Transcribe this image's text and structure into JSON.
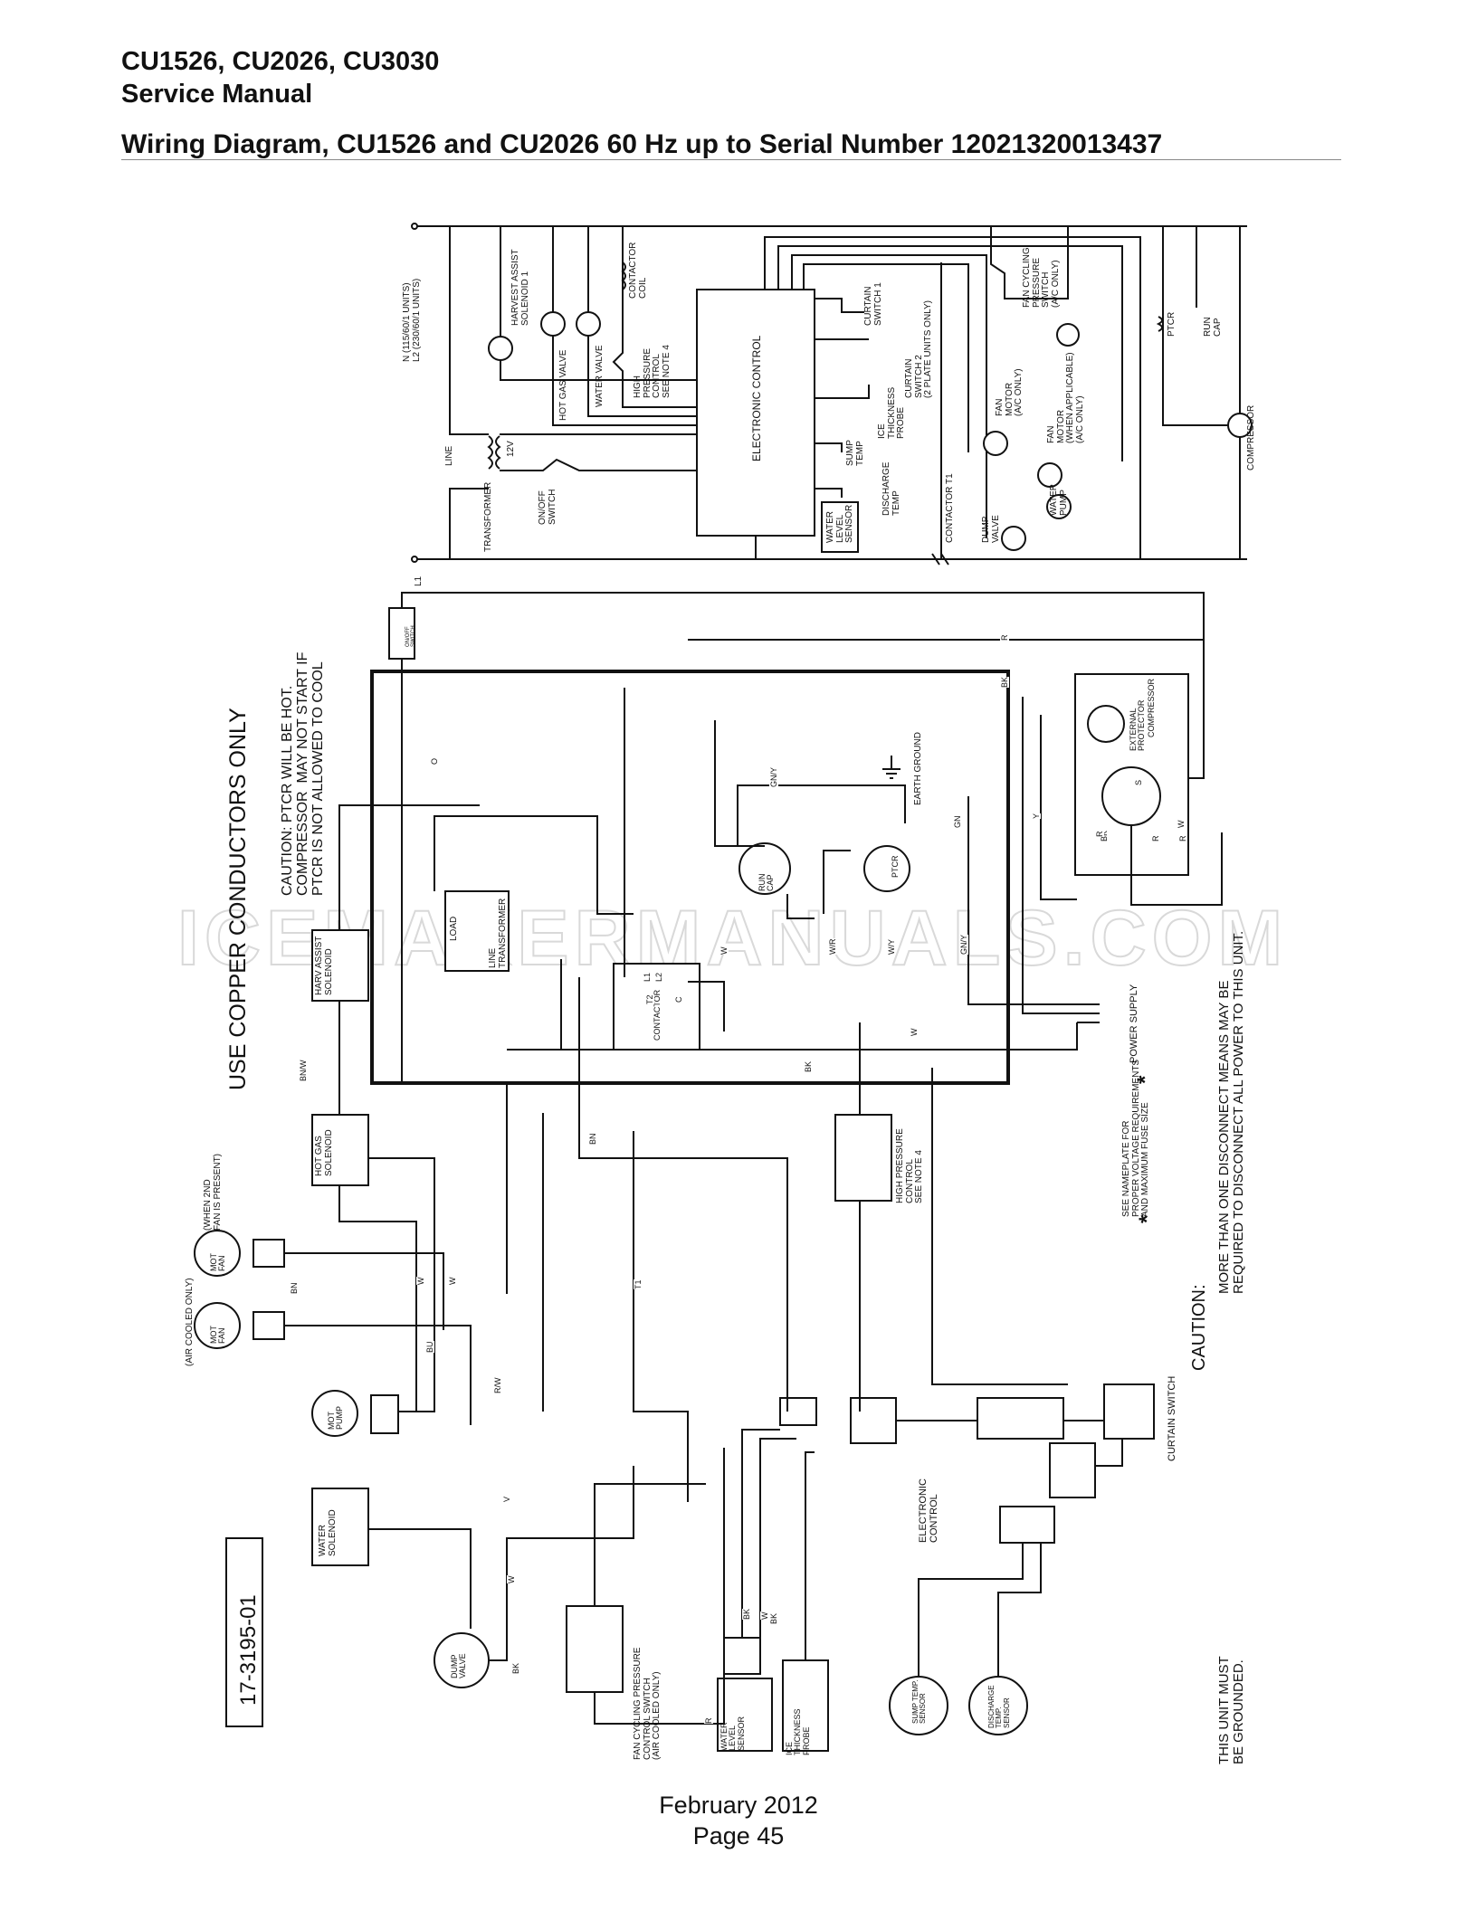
{
  "header": {
    "model_line": "CU1526, CU2026, CU3030",
    "manual_line": "Service Manual",
    "title": "Wiring Diagram, CU1526 and CU2026 60 Hz up to Serial Number 12021320013437"
  },
  "footer": {
    "date": "February 2012",
    "page": "Page 45"
  },
  "watermark": "ICEMAKERMANUALS.COM",
  "schematic": {
    "power_label": "N (115/60/1 UNITS)\nL2 (230/60/1 UNITS)",
    "l1": "L1",
    "line": "LINE",
    "v12": "12V",
    "transformer": "TRANSFORMER",
    "on_off": "ON/OFF\nSWITCH",
    "harvest_assist": "HARVEST ASSIST\nSOLENOID 1",
    "hot_gas_valve": "HOT GAS VALVE",
    "water_valve": "WATER VALVE",
    "contactor_coil": "CONTACTOR\nCOIL",
    "high_pressure": "HIGH\nPRESSURE\nCONTROL\nSEE NOTE 4",
    "electronic_control": "ELECTRONIC CONTROL",
    "curtain_switch_1": "CURTAIN\nSWITCH 1",
    "curtain_switch_2": "CURTAIN\nSWITCH 2\n(2 PLATE UNITS ONLY)",
    "ice_thickness": "ICE\nTHICKNESS\nPROBE",
    "sump_temp": "SUMP\nTEMP",
    "discharge_temp": "DISCHARGE\nTEMP",
    "water_level": "WATER\nLEVEL\nSENSOR",
    "contactor_t1": "CONTACTOR T1",
    "dump_valve": "DUMP\nVALVE",
    "water_pump": "WATER\nPUMP",
    "fan_motor_1": "FAN\nMOTOR\n(A/C ONLY)",
    "fan_motor_2": "FAN\nMOTOR\n(WHEN APPLICABLE)\n(A/C ONLY)",
    "fan_cycling": "FAN CYCLING\nPRESSURE\nSWITCH\n(A/C ONLY)",
    "ptcr": "PTCR",
    "run_cap": "RUN\nCAP",
    "compressor": "COMPRESSOR"
  },
  "wiring": {
    "copper": "USE COPPER CONDUCTORS ONLY",
    "caution_ptcr": "CAUTION: PTCR WILL BE HOT.\nCOMPRESSOR  MAY NOT START IF\nPTCR IS NOT ALLOWED TO COOL",
    "on_off_small": "ON/OFF\nSWITCH",
    "load": "LOAD",
    "line_transformer": "LINE\nTRANSFORMER",
    "harv_assist": "HARV ASSIST\nSOLENOID",
    "hot_gas": "HOT GAS\nSOLENOID",
    "when_2nd_fan": "(WHEN 2ND\nFAN IS PRESENT)",
    "air_cooled_only": "(AIR COOLED ONLY)",
    "mot_fan": "MOT\nFAN",
    "mot_pump": "MOT\nPUMP",
    "water_solenoid": "WATER\nSOLENOID",
    "dump_valve": "DUMP\nVALVE",
    "fan_cycling_switch": "FAN CYCLING PRESSURE\nCONTROL SWITCH\n(AIR COOLED ONLY)",
    "water_level_sensor": "WATER\nLEVEL\nSENSOR",
    "ice_thickness_probe": "ICE\nTHICKNESS\nPROBE",
    "sump_temp_sensor": "SUMP TEMP.\nSENSOR",
    "discharge_temp_sensor": "DISCHARGE\nTEMP.\nSENSOR",
    "electronic_control": "ELECTRONIC\nCONTROL",
    "curtain_switch": "CURTAIN SWITCH",
    "contactor": "CONTACTOR",
    "run_cap": "RUN\nCAP",
    "ptcr": "PTCR",
    "earth_ground": "EARTH GROUND",
    "external_protector": "EXTERNAL\nPROTECTOR",
    "compressor": "COMPRESSOR",
    "power_supply": "POWER SUPPLY",
    "high_pressure_control": "HIGH PRESSURE\nCONTROL\nSEE NOTE 4",
    "nameplate_note": "SEE NAMEPLATE FOR\nPROPER VOLTAGE REQUIREMENTS\nAND MAXIMUM FUSE SIZE",
    "caution": "CAUTION:",
    "disconnect_note": "MORE THAN ONE DISCONNECT MEANS MAY BE\nREQUIRED TO DISCONNECT ALL POWER TO THIS UNIT.",
    "grounded_note": "THIS UNIT MUST\nBE GROUNDED.",
    "part_number": "17-3195-01",
    "asterisk": "*",
    "wire_codes": [
      "R",
      "BK",
      "O",
      "GN/Y",
      "GN",
      "Y",
      "W",
      "W/R",
      "W/Y",
      "BN/W",
      "BN",
      "BU",
      "R/W",
      "V",
      "T1",
      "T2",
      "L1",
      "L2",
      "C",
      "S",
      "R",
      "BK",
      "R",
      "W",
      "W",
      "W",
      "W",
      "BK",
      "BN",
      "BK",
      "R",
      "BK",
      "W",
      "BK",
      "GN/Y",
      "R",
      "W"
    ]
  }
}
